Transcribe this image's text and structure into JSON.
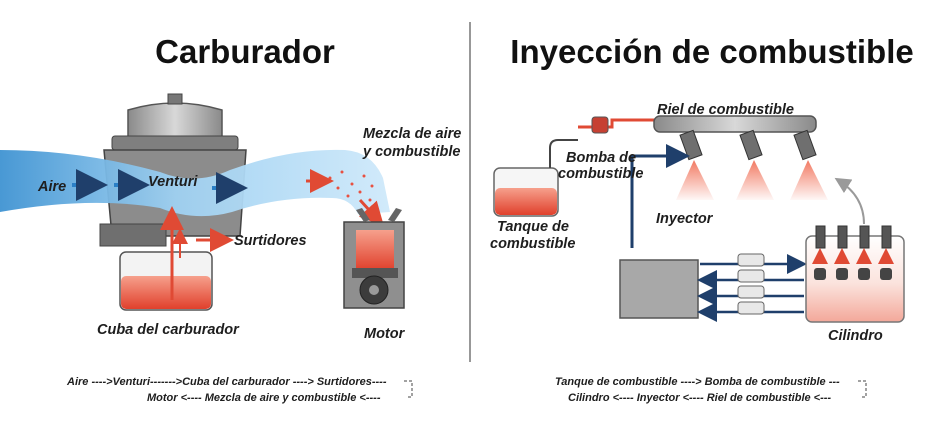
{
  "carburetor": {
    "title": "Carburador",
    "labels": {
      "air": "Aire",
      "venturi": "Venturi",
      "mixture_line1": "Mezcla de aire",
      "mixture_line2": "y combustible",
      "jets": "Surtidores",
      "float_bowl": "Cuba del carburador",
      "engine": "Motor"
    },
    "flow_line1": "Aire ---->Venturi------->Cuba del carburador  ----> Surtidores----",
    "flow_line2": "Motor  <----  Mezcla de aire y combustible  <----"
  },
  "injection": {
    "title": "Inyección de combustible",
    "labels": {
      "rail": "Riel de combustible",
      "pump_line1": "Bomba de",
      "pump_line2": "combustible",
      "tank_line1": "Tanque de",
      "tank_line2": "combustible",
      "injector": "Inyector",
      "cylinder": "Cilindro"
    },
    "flow_line1": "Tanque de combustible  ---->  Bomba de combustible  ---",
    "flow_line2": "Cilindro  <----  Inyector  <----  Riel de combustible  <---"
  },
  "colors": {
    "air_blue": "#4f9fd8",
    "fuel_red": "#e8503a",
    "metal_gray": "#9a9a9a",
    "pipe_navy": "#1f3f6b"
  }
}
